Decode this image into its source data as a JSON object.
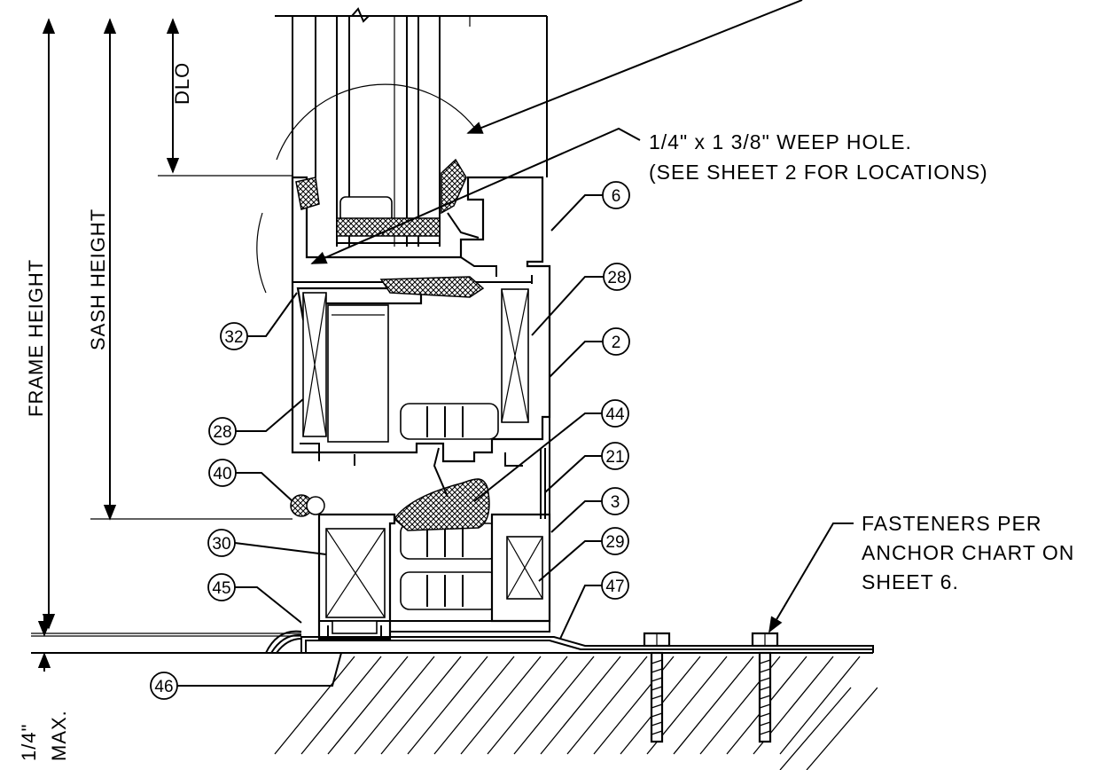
{
  "dimensions": {
    "dlo": "DLO",
    "sash_height": "SASH HEIGHT",
    "frame_height": "FRAME HEIGHT",
    "shim_max_value": "1/4\"",
    "shim_max_label": "MAX."
  },
  "notes": {
    "weep_hole_line1": "1/4\" x 1 3/8\" WEEP HOLE.",
    "weep_hole_line2": "(SEE SHEET 2 FOR LOCATIONS)",
    "fasteners_line1": "FASTENERS PER",
    "fasteners_line2": "ANCHOR CHART ON",
    "fasteners_line3": "SHEET 6."
  },
  "callouts": {
    "c6": "6",
    "c28_right": "28",
    "c2": "2",
    "c44": "44",
    "c21": "21",
    "c3": "3",
    "c29": "29",
    "c47": "47",
    "c32": "32",
    "c28_left": "28",
    "c40": "40",
    "c30": "30",
    "c45": "45",
    "c46": "46"
  }
}
